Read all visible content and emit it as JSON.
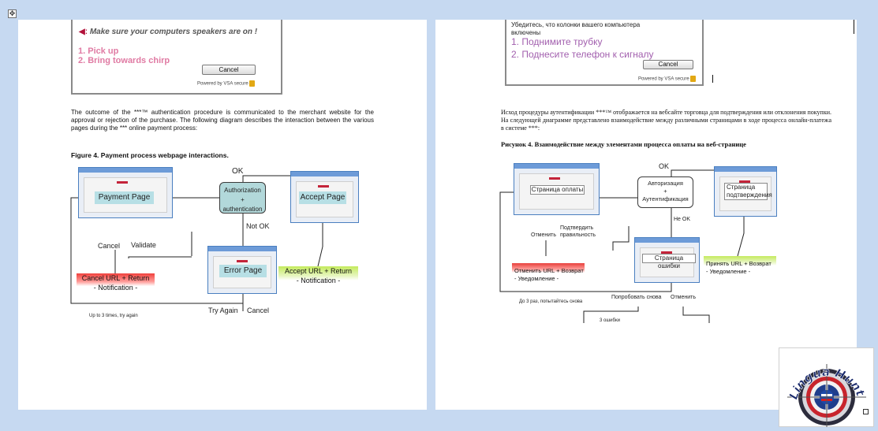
{
  "handle_icon": "move-icon",
  "left": {
    "dialog": {
      "speaker_text": "Make sure your computers speakers are on !",
      "step1": "1. Pick up",
      "step2": "2. Bring towards chirp",
      "cancel": "Cancel",
      "powered": "Powered by VSA secure"
    },
    "paragraph": "The outcome of the ***™ authentication procedure is   communicated to the merchant website for the approval or rejection of the purchase. The following diagram describes the interaction between the various pages during the *** online payment process:",
    "figure_title": "Figure 4. Payment process webpage interactions.",
    "diagram": {
      "payment_page": "Payment Page",
      "auth_line1": "Authorization",
      "auth_line2": "+",
      "auth_line3": "authentication",
      "accept_page": "Accept Page",
      "error_page": "Error Page",
      "ok": "OK",
      "not_ok": "Not OK",
      "cancel": "Cancel",
      "validate": "Validate",
      "cancel_url_line1": "Cancel URL + Return",
      "cancel_url_line2": "- Notification -",
      "accept_url_line1": "Accept URL + Return",
      "accept_url_line2": "- Notification -",
      "try_again": "Try Again",
      "cancel_bottom": "Cancel",
      "up_to": "Up to 3 times, try again"
    }
  },
  "right": {
    "dialog": {
      "speaker_line1": "Убедитесь, что колонки вашего компьютера",
      "speaker_line2": "включены",
      "step1": "1. Поднимите трубку",
      "step2": "2. Поднесите телефон к сигналу",
      "cancel": "Cancel",
      "powered": "Powered by VSA secure"
    },
    "paragraph": "Исход процедуры аутентификации ***™ отображается на вебсайте торговца для подтверждения или отклонения покупки. На следующей диаграмме представлено взаимодействие между различными страницами в ходе процесса онлайн-платежа в системе ***:",
    "figure_title": "Рисунок 4. Взаимодействие между элементами процесса оплаты на веб-странице",
    "diagram": {
      "payment_page": "Страница оплаты",
      "auth_line1": "Авторизация",
      "auth_line2": "+",
      "auth_line3": "Аутентификация",
      "accept_line1": "Страница",
      "accept_line2": "подтверждения",
      "error_page": "Страница ошибки",
      "ok": "OK",
      "not_ok": "Не OK",
      "cancel": "Отменить",
      "validate_line1": "Подтвердить",
      "validate_line2": "правильность",
      "cancel_url_line1": "Отменить URL + Возврат",
      "cancel_url_line2": "- Уведомление -",
      "accept_url_line1": "Принять URL + Возврат",
      "accept_url_line2": "- Уведомление -",
      "try_again": "Попробовать снова",
      "cancel_bottom": "Отменить",
      "up_to": "До 3 раз, попытайтесь снова",
      "errors": "3 ошибки"
    }
  },
  "logo": {
    "text": "Lingua Hunter",
    "icon": "target-logo"
  }
}
